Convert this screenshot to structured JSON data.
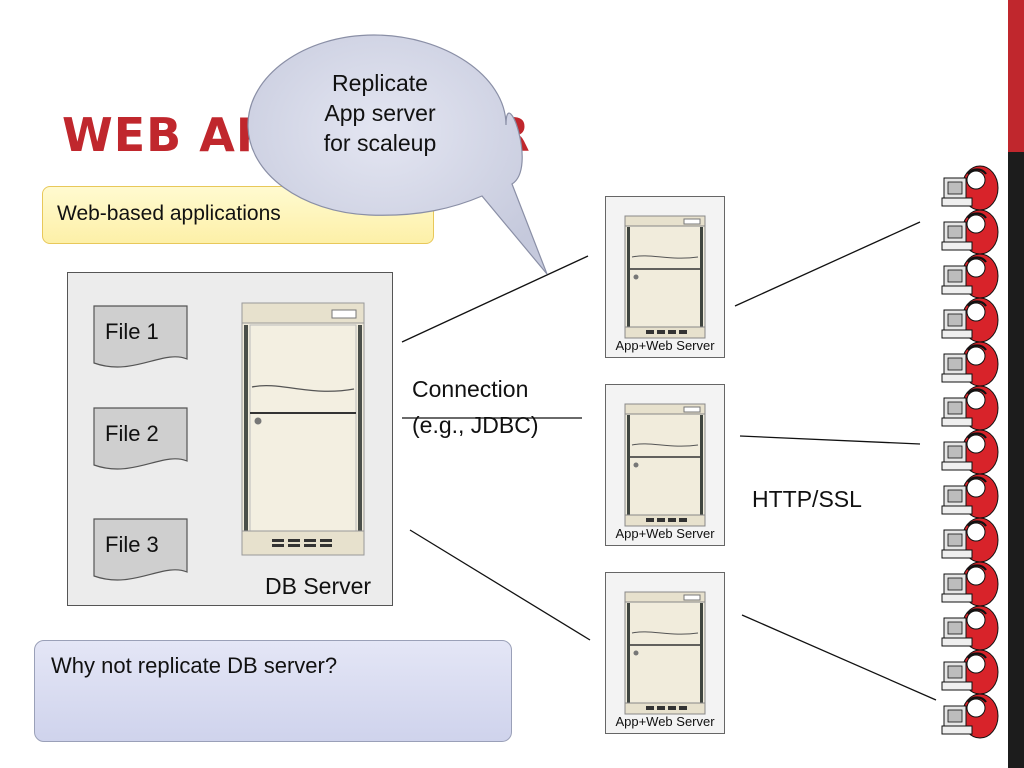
{
  "theme": {
    "accent": "#c0272d",
    "edge_dark": "#1c1c1c"
  },
  "slide": {
    "title": "WEB APP SERVER",
    "callout_bubble": "Replicate App server for scaleup",
    "note_yellow": "Web-based applications",
    "note_question": "Why not replicate DB server?"
  },
  "db": {
    "files": [
      "File 1",
      "File 2",
      "File 3"
    ],
    "label": "DB Server"
  },
  "connection": {
    "line1": "Connection",
    "line2": "(e.g., JDBC)"
  },
  "app_servers": [
    {
      "label": "App+Web Server"
    },
    {
      "label": "App+Web Server"
    },
    {
      "label": "App+Web Server"
    }
  ],
  "http_label": "HTTP/SSL",
  "icons": {
    "server": "server-tower-icon",
    "file": "document-icon",
    "users": "users-at-computers-icon"
  }
}
